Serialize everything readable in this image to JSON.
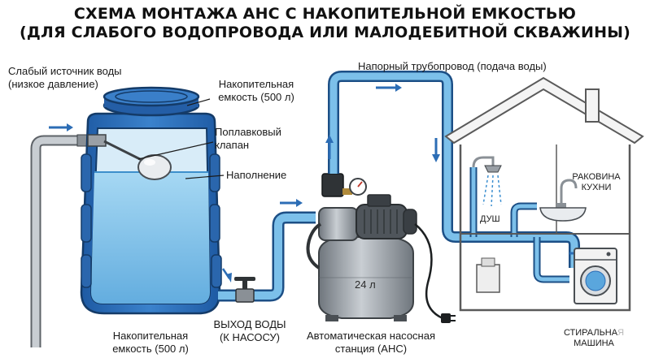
{
  "title": {
    "line1": "СХЕМА МОНТАЖА АНС С НАКОПИТЕЛЬНОЙ ЕМКОСТЬЮ",
    "line2": "(ДЛЯ СЛАБОГО ВОДОПРОВОДА ИЛИ МАЛОДЕБИТНОЙ СКВАЖИНЫ)"
  },
  "labels": {
    "source_line1": "Слабый источник воды",
    "source_line2": "(низкое давление)",
    "tank_top_line1": "Накопительная",
    "tank_top_line2": "емкость (500 л)",
    "float_line1": "Поплавковый",
    "float_line2": "клапан",
    "filling": "Наполнение",
    "pressure_line": "Напорный трубопровод (подача воды)",
    "tank_bottom_line1": "Накопительная",
    "tank_bottom_line2": "емкость (500 л)",
    "outlet_line1": "ВЫХОД ВОДЫ",
    "outlet_line2": "(К НАСОСУ)",
    "station_line1": "Автоматическая насосная",
    "station_line2": "станция (АНС)",
    "accumulator_volume": "24 л",
    "sink_line1": "РАКОВИНА",
    "sink_line2": "КУХНИ",
    "shower": "ДУШ",
    "washer_line1_main": "СТИРАЛЬНА",
    "washer_line1_fade": "Я",
    "washer_line2": "МАШИНА"
  },
  "icons": [
    "flow-arrow-icon",
    "pressure-gauge-icon",
    "float-valve-icon",
    "shower-head-icon",
    "faucet-icon",
    "washing-machine-icon",
    "plug-icon"
  ],
  "colors": {
    "tank_blue": "#2f6fbd",
    "water_blue": "#7ec3ea",
    "pipe_blue": "#6fb8e6",
    "pipe_outline": "#1c4f86",
    "arrow_blue": "#2c6db5",
    "station_gray": "#9aa0a6",
    "house_outline": "#5a5a5a"
  }
}
